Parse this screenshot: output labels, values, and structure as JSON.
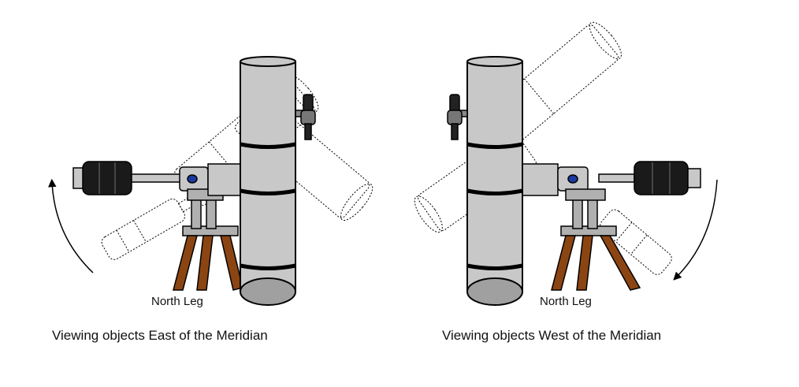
{
  "panels": [
    {
      "id": "east",
      "leg_label": "North Leg",
      "caption": "Viewing objects East of the Meridian"
    },
    {
      "id": "west",
      "leg_label": "North Leg",
      "caption": "Viewing objects West of the Meridian"
    }
  ],
  "colors": {
    "tube": "#c8c8c8",
    "tube_end": "#a0a0a0",
    "counterweight": "#1a1a1a",
    "tripod_wood": "#8b4513",
    "mount_gray": "#b0b0b0",
    "knob_blue": "#1a3aa0",
    "outline": "#000000"
  },
  "icons": [
    "telescope-tube-icon",
    "counterweight-icon",
    "finder-scope-icon",
    "tripod-icon",
    "rotation-arrow-icon"
  ]
}
